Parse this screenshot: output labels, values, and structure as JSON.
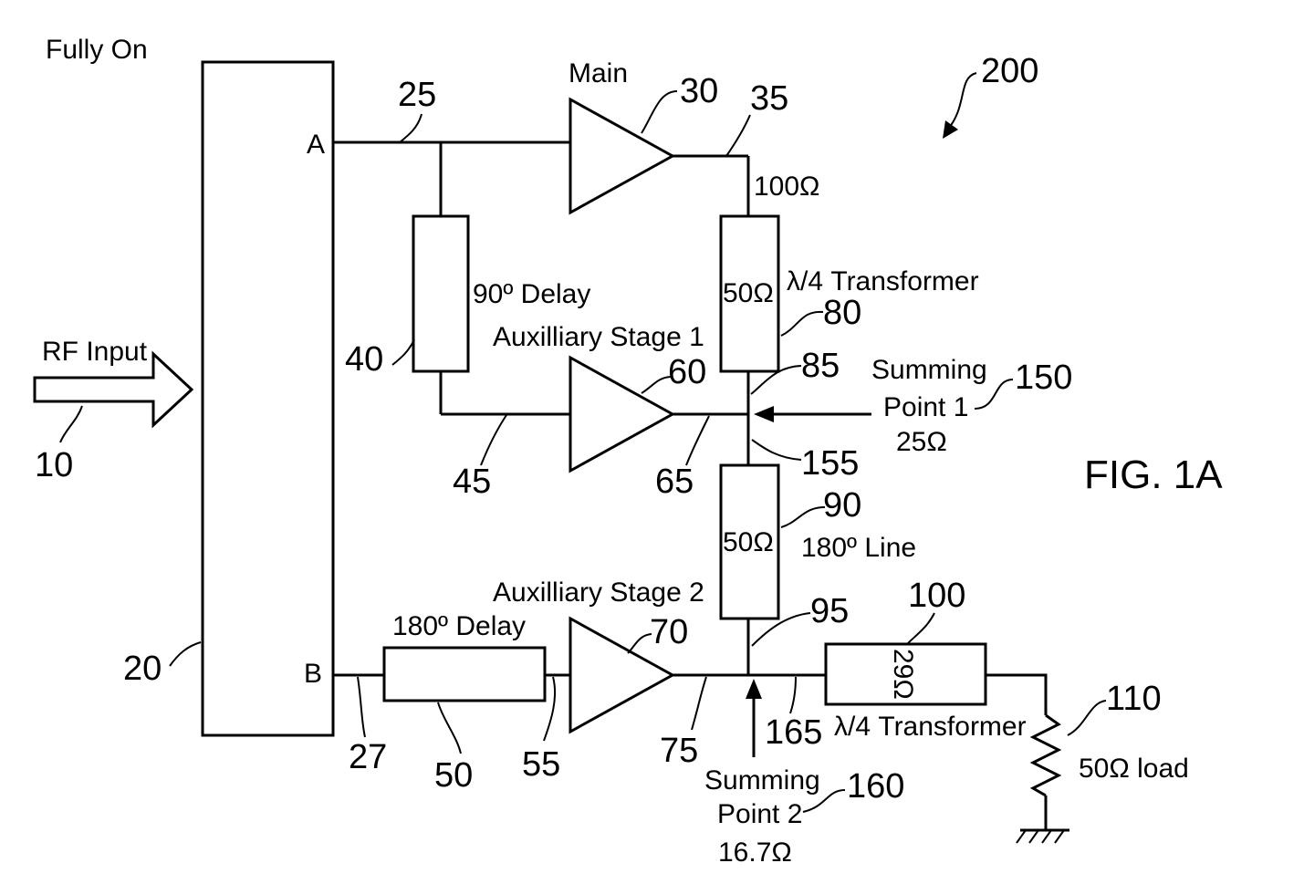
{
  "header": {
    "mode_label": "Fully On"
  },
  "figure": {
    "caption": "FIG. 1A",
    "ref_number": "200"
  },
  "input": {
    "label": "RF Input",
    "ref": "10"
  },
  "splitter": {
    "ref": "20",
    "port_a": "A",
    "port_b": "B"
  },
  "lines": {
    "l25": "25",
    "l27": "27",
    "l35": "35",
    "l45": "45",
    "l55": "55",
    "l65": "65",
    "l75": "75",
    "l85": "85",
    "l95": "95",
    "l155": "155",
    "l165": "165"
  },
  "main_amp": {
    "label": "Main",
    "ref": "30",
    "out_impedance": "100Ω"
  },
  "delay90": {
    "label": "90º Delay",
    "ref": "40"
  },
  "aux1": {
    "label": "Auxilliary Stage 1",
    "ref": "60"
  },
  "transformer1": {
    "impedance": "50Ω",
    "label": "λ/4 Transformer",
    "ref": "80"
  },
  "sum1": {
    "line1": "Summing",
    "line2": "Point 1",
    "impedance": "25Ω",
    "ref": "150"
  },
  "line180": {
    "impedance": "50Ω",
    "label": "180º Line",
    "ref": "90"
  },
  "delay180": {
    "label": "180º Delay",
    "ref": "50"
  },
  "aux2": {
    "label": "Auxilliary Stage 2",
    "ref": "70"
  },
  "transformer2": {
    "impedance": "29Ω",
    "label": "λ/4 Transformer",
    "ref": "100"
  },
  "sum2": {
    "line1": "Summing",
    "line2": "Point 2",
    "impedance": "16.7Ω",
    "ref": "160"
  },
  "load": {
    "label": "50Ω load",
    "ref": "110"
  }
}
